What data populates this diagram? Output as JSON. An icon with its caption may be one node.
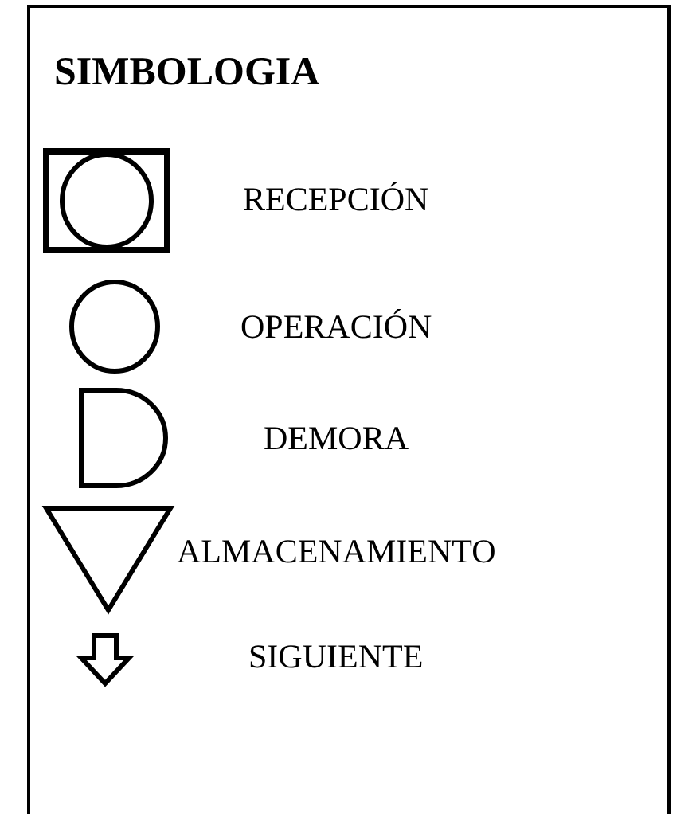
{
  "diagram": {
    "title": "SIMBOLOGIA",
    "legend": [
      {
        "text": "RECEPCIÓN"
      },
      {
        "text": "OPERACIÓN"
      },
      {
        "text": "DEMORA"
      },
      {
        "text": "ALMACENAMIENTO"
      },
      {
        "text": "SIGUIENTE"
      }
    ]
  }
}
